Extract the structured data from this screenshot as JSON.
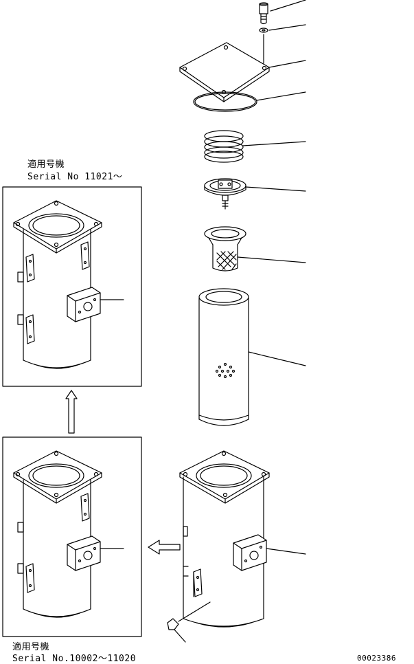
{
  "labels": {
    "upper_applicability": "適用号機",
    "upper_serial": "Serial No 11021～",
    "lower_applicability": "適用号機",
    "lower_serial": "Serial No.10002～11020",
    "drawing_code": "00023386"
  }
}
